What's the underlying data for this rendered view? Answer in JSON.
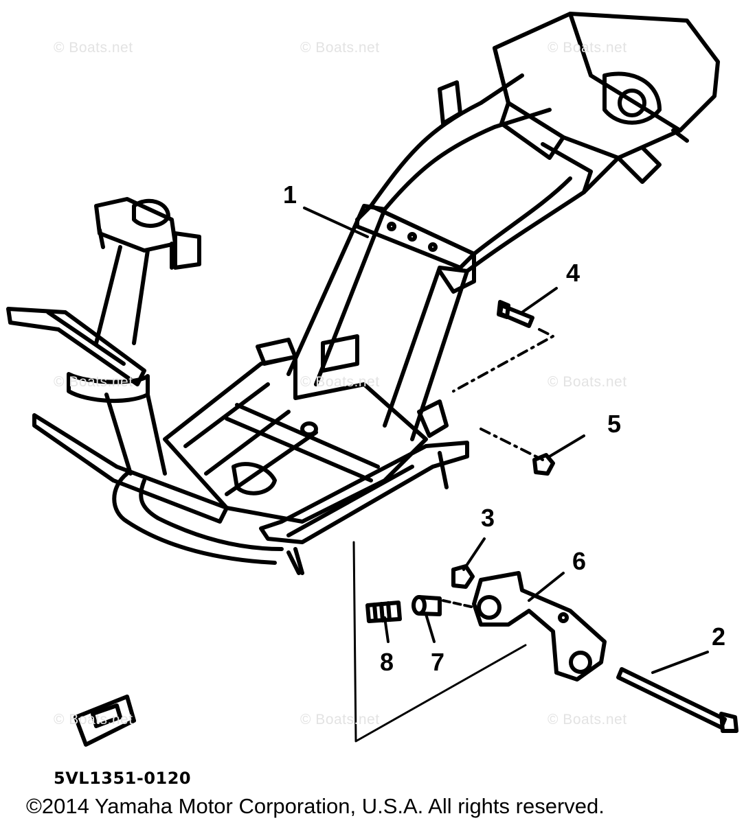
{
  "diagram": {
    "callouts": [
      "1",
      "2",
      "3",
      "4",
      "5",
      "6",
      "7",
      "8"
    ],
    "diagram_code": "5VL1351-0120",
    "copyright": "©2014 Yamaha Motor Corporation, U.S.A. All rights reserved.",
    "watermark": "© Boats.net"
  }
}
